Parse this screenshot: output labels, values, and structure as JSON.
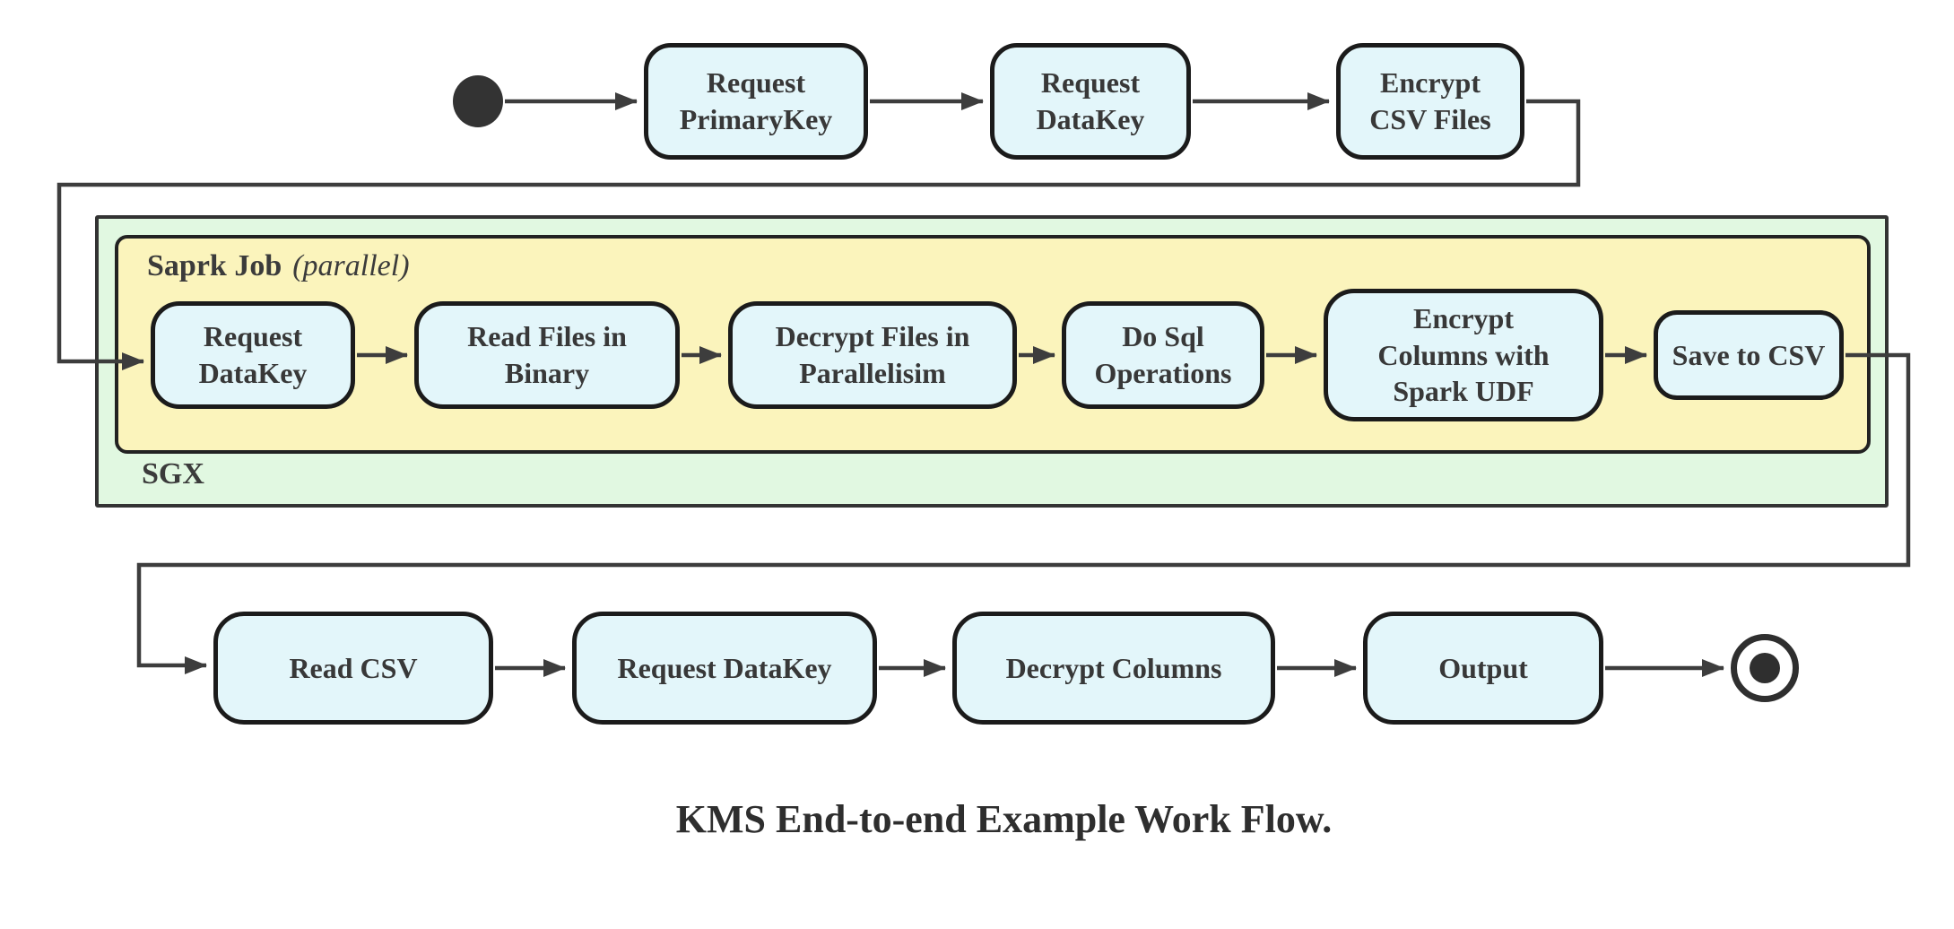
{
  "diagram": {
    "type": "activity-workflow",
    "caption": "KMS End-to-end Example Work Flow.",
    "colors": {
      "node_fill": "#e3f6fa",
      "node_border": "#1b1b1b",
      "sgx_container_fill": "#e1f8e1",
      "spark_container_fill": "#fbf4bc",
      "edge": "#3d3d3d",
      "text": "#383838"
    },
    "start_node": "initial-state",
    "end_node": "final-state",
    "top_row": [
      {
        "id": "request-primarykey",
        "label": "Request\nPrimaryKey"
      },
      {
        "id": "request-datakey",
        "label": "Request\nDataKey"
      },
      {
        "id": "encrypt-csv-files",
        "label": "Encrypt\nCSV Files"
      }
    ],
    "sgx": {
      "label": "SGX"
    },
    "spark_job": {
      "label_bold": "Saprk Job",
      "label_italic": "(parallel)"
    },
    "spark_row": [
      {
        "id": "sgx-request-datakey",
        "label": "Request\nDataKey"
      },
      {
        "id": "read-files-in-binary",
        "label": "Read Files in\nBinary"
      },
      {
        "id": "decrypt-files-in-parallelisim",
        "label": "Decrypt Files in\nParallelisim"
      },
      {
        "id": "do-sql-operations",
        "label": "Do Sql\nOperations"
      },
      {
        "id": "encrypt-columns-with-spark-udf",
        "label": "Encrypt\nColumns with\nSpark UDF"
      },
      {
        "id": "save-to-csv",
        "label": "Save to CSV"
      }
    ],
    "bottom_row": [
      {
        "id": "read-csv",
        "label": "Read CSV"
      },
      {
        "id": "bottom-request-datakey",
        "label": "Request DataKey"
      },
      {
        "id": "decrypt-columns",
        "label": "Decrypt Columns"
      },
      {
        "id": "output",
        "label": "Output"
      }
    ]
  }
}
